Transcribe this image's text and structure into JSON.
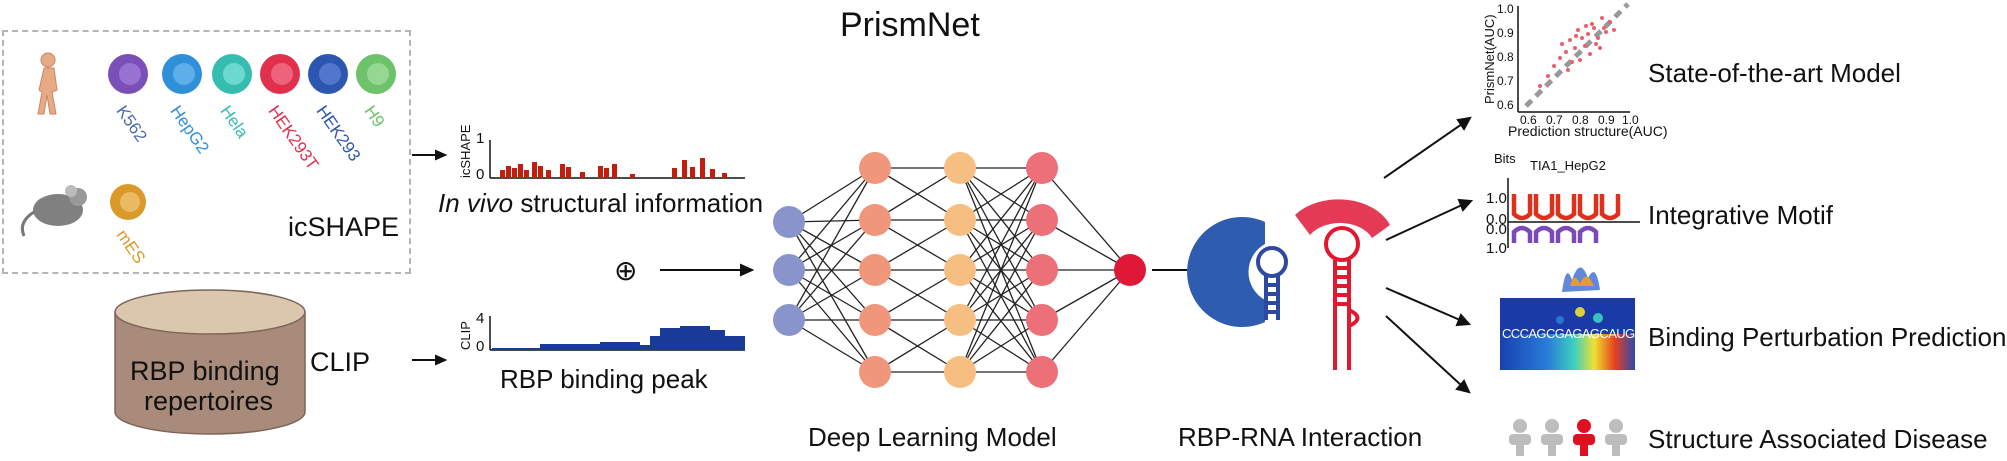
{
  "title": "PrismNet",
  "input": {
    "cell_lines": [
      {
        "name": "K562",
        "color": "#7b4fb8"
      },
      {
        "name": "HepG2",
        "color": "#2f8fd8"
      },
      {
        "name": "Hela",
        "color": "#36bdb0"
      },
      {
        "name": "HEK293T",
        "color": "#e0304e"
      },
      {
        "name": "HEK293",
        "color": "#2d56b0"
      },
      {
        "name": "H9",
        "color": "#6dc26a"
      },
      {
        "name": "mES",
        "color": "#d99a2a"
      }
    ],
    "icshape_label": "icSHAPE",
    "clip_label": "CLIP",
    "repertoire_label_line1": "RBP binding",
    "repertoire_label_line2": "repertoires",
    "plus_symbol": "⊕"
  },
  "tracks": {
    "icshape_axis_title": "icSHAPE",
    "icshape_ticks": [
      "1",
      "0"
    ],
    "icshape_caption_italic": "In vivo",
    "icshape_caption_rest": " structural information",
    "clip_axis_title": "CLIP",
    "clip_ticks": [
      "4",
      "0"
    ],
    "clip_caption": "RBP binding peak"
  },
  "model": {
    "caption": "Deep Learning Model",
    "layer_sizes": [
      3,
      5,
      5,
      5,
      1
    ]
  },
  "interaction": {
    "caption": "RBP-RNA Interaction"
  },
  "outputs": {
    "scatter": {
      "ylabel": "PrismNet(AUC)",
      "xlabel": "Prediction structure(AUC)",
      "x_ticks": [
        "0.6",
        "0.7",
        "0.8",
        "0.9",
        "1.0"
      ],
      "y_ticks": [
        "1.0",
        "0.9",
        "0.8",
        "0.7",
        "0.6"
      ],
      "caption": "State-of-the-art Model"
    },
    "motif": {
      "bits_label": "Bits",
      "motif_name": "TIA1_HepG2",
      "ticks_top": [
        "1.0",
        "0.0"
      ],
      "ticks_bottom": [
        "0.0",
        "1.0"
      ],
      "caption": "Integrative Motif"
    },
    "perturbation": {
      "sequence": "CCCAGCGAGAGCAUGAUCCCA",
      "caption": "Binding Perturbation Prediction"
    },
    "disease": {
      "caption": "Structure Associated Disease"
    }
  }
}
